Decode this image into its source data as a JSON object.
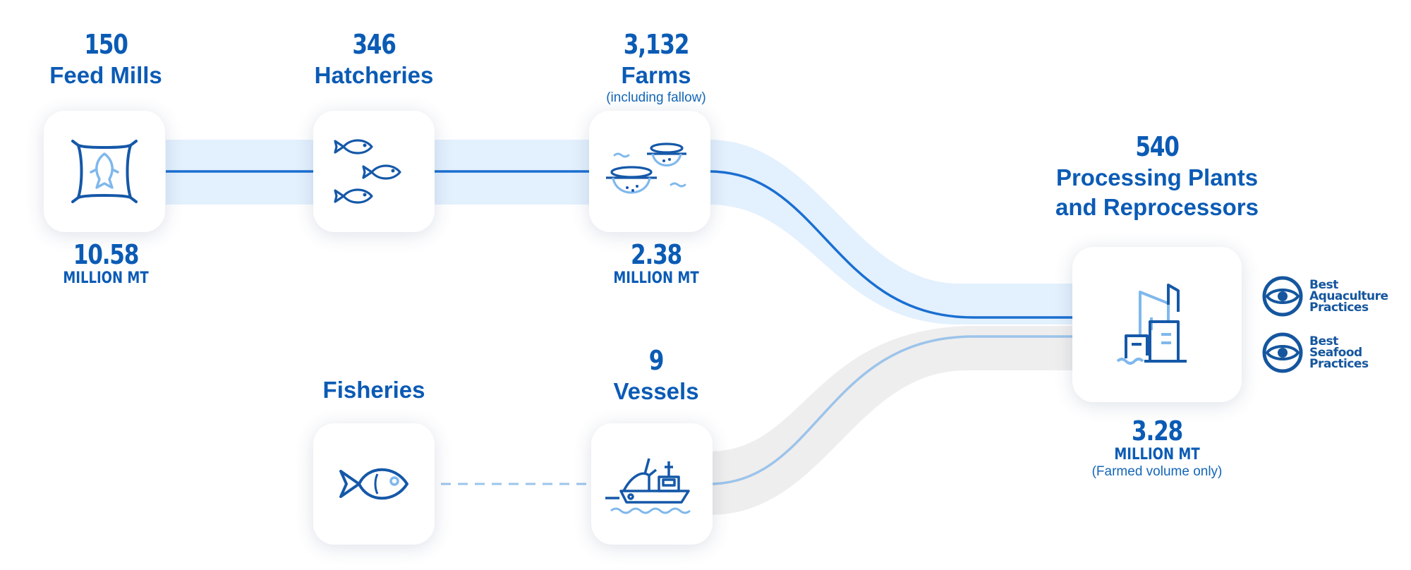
{
  "stages": {
    "feed_mills": {
      "count": "150",
      "label": "Feed Mills",
      "volume": "10.58",
      "unit": "MILLION MT",
      "icon": "feed-bag-icon"
    },
    "hatcheries": {
      "count": "346",
      "label": "Hatcheries",
      "icon": "fish-school-icon"
    },
    "farms": {
      "count": "3,132",
      "label": "Farms",
      "note": "(including fallow)",
      "volume": "2.38",
      "unit": "MILLION MT",
      "icon": "net-pen-icon"
    },
    "processing": {
      "count": "540",
      "label_line1": "Processing Plants",
      "label_line2": "and Reprocessors",
      "volume": "3.28",
      "unit": "MILLION MT",
      "note": "(Farmed volume only)",
      "icon": "factory-icon"
    },
    "fisheries": {
      "label": "Fisheries",
      "icon": "fish-icon"
    },
    "vessels": {
      "count": "9",
      "label": "Vessels",
      "icon": "fishing-vessel-icon"
    }
  },
  "logos": [
    {
      "line1": "Best",
      "line2": "Aquaculture",
      "line3": "Practices",
      "icon": "bap-eye-icon"
    },
    {
      "line1": "Best",
      "line2": "Seafood",
      "line3": "Practices",
      "icon": "bsp-eye-icon"
    }
  ],
  "colors": {
    "primary_blue": "#0b5bb5",
    "farmed_band": "#e3f0fd",
    "farmed_line": "#1a6fd1",
    "wild_band": "#efeeee",
    "wild_line": "#9cc4ea",
    "icon_light": "#7fb8ec"
  }
}
